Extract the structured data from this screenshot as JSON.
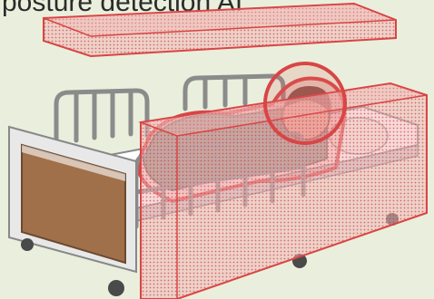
{
  "caption": {
    "text": "posture detection AI"
  },
  "colors": {
    "background": "#e9efdc",
    "detection_fill": "#e06a6a",
    "detection_outline": "#d94545",
    "bed_frame": "#9a9a9a",
    "bed_panel": "#a0704a",
    "blanket": "#6f9c8f",
    "skin": "#f0c9a6",
    "hair": "#6a4a3a"
  },
  "icons": {
    "detection_zones": "translucent-dotted-red-boxes",
    "patient": "sleeping-person-illustration",
    "bed": "hospital-bed-illustration"
  }
}
